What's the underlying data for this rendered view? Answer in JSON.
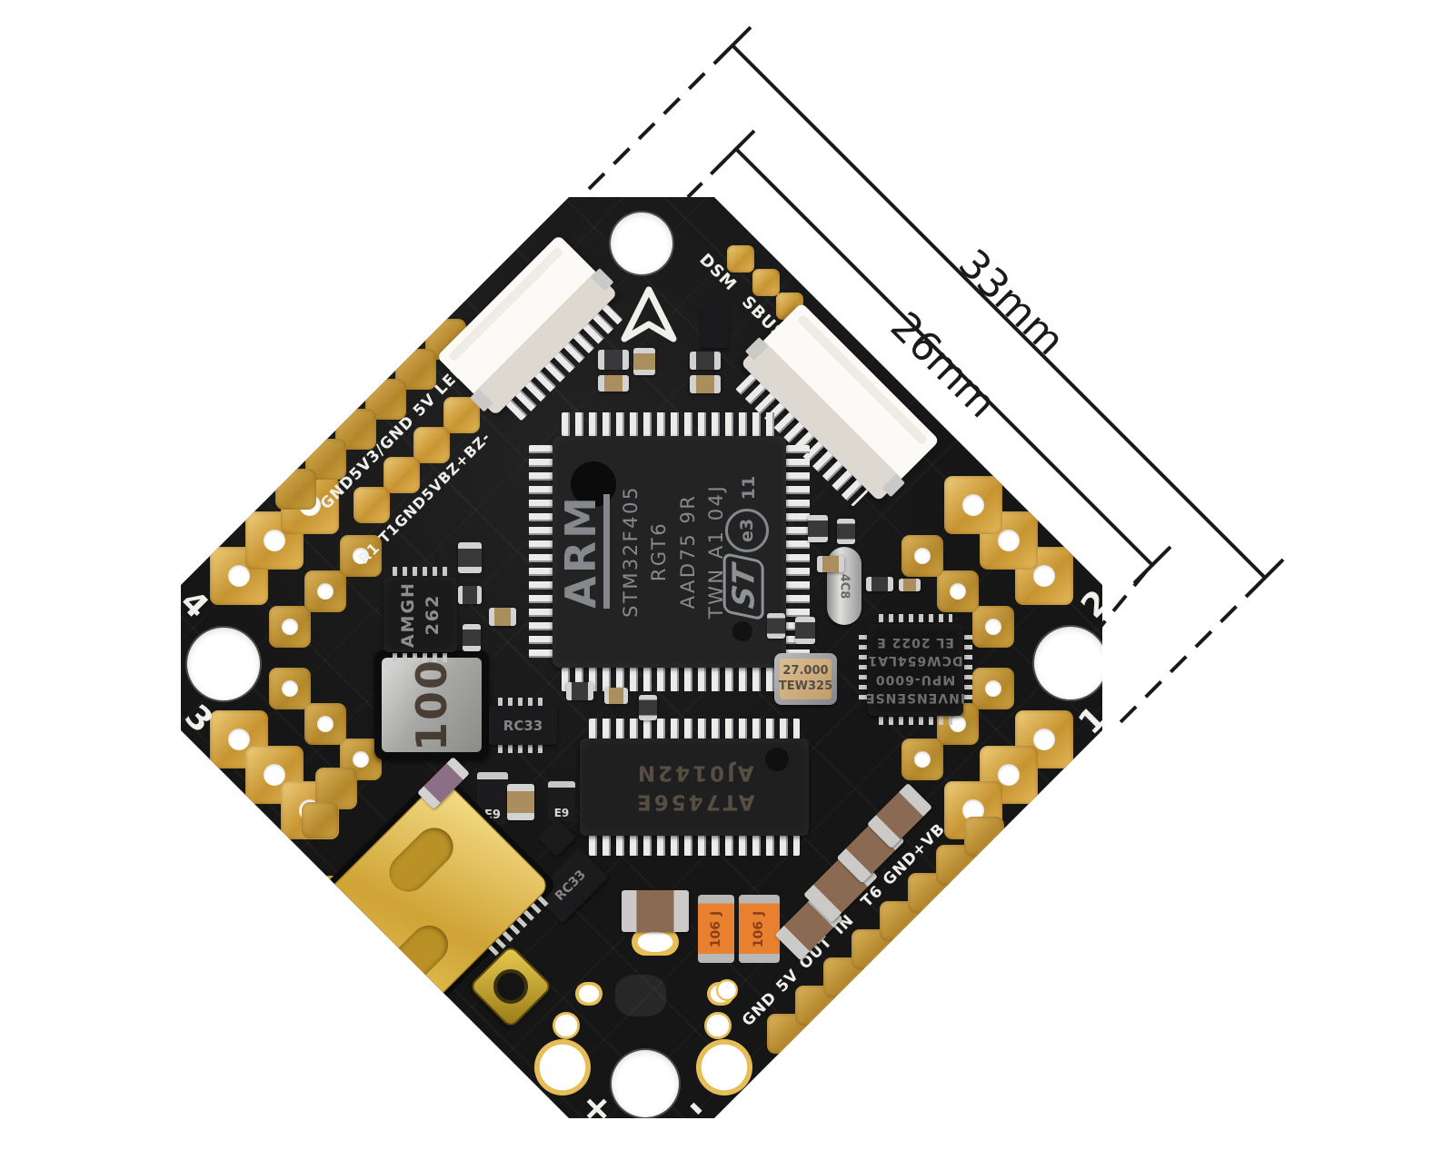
{
  "annotations": {
    "outer_dimension": "33mm",
    "inner_dimension": "26mm"
  },
  "board": {
    "silkscreen": {
      "dsm": "DSM",
      "sbus": "SBUS",
      "left_outer": "GND5V3/GND 5V LED",
      "left_inner": "R1 T1GND5VBZ+BZ-",
      "right_edge_pins": [
        "GND",
        "5V",
        "OUT",
        "IN",
        "T6",
        "GND",
        "+VB"
      ],
      "motor_numbers": {
        "m4": "4",
        "m3": "3",
        "m2": "2",
        "m1": "1"
      },
      "battery": {
        "plus": "+",
        "minus": "-"
      }
    },
    "components": {
      "mcu": {
        "logo": "ARM",
        "line1": "STM32F405",
        "line2": "RGT6",
        "line3": "AAD75 9R",
        "line4": "TWN A1 04J",
        "cert": "e3",
        "code": "11",
        "vendor": "ST"
      },
      "osd": {
        "line1": "AT7456E",
        "line2": "AJ0142N"
      },
      "imu": {
        "line1": "INVENSENSE",
        "line2": "MPU-6000",
        "line3": "DCW654LA1",
        "line4": "EL 2022 E"
      },
      "crystal": {
        "freq": "27.000",
        "code": "TEW325"
      },
      "crystal2": "4C8",
      "inductor": "100",
      "regulator": {
        "line1": "AMGH",
        "line2": "262"
      },
      "ldo": "RC33",
      "diode": "E9",
      "tantalum": {
        "value": "106",
        "code": "J"
      }
    }
  },
  "colors": {
    "board_black": "#161616",
    "pad_gold": "#d2a23c",
    "silkscreen_white": "#efefec",
    "tantalum_orange": "#e8812f",
    "dimension_black": "#1a1a1a"
  }
}
